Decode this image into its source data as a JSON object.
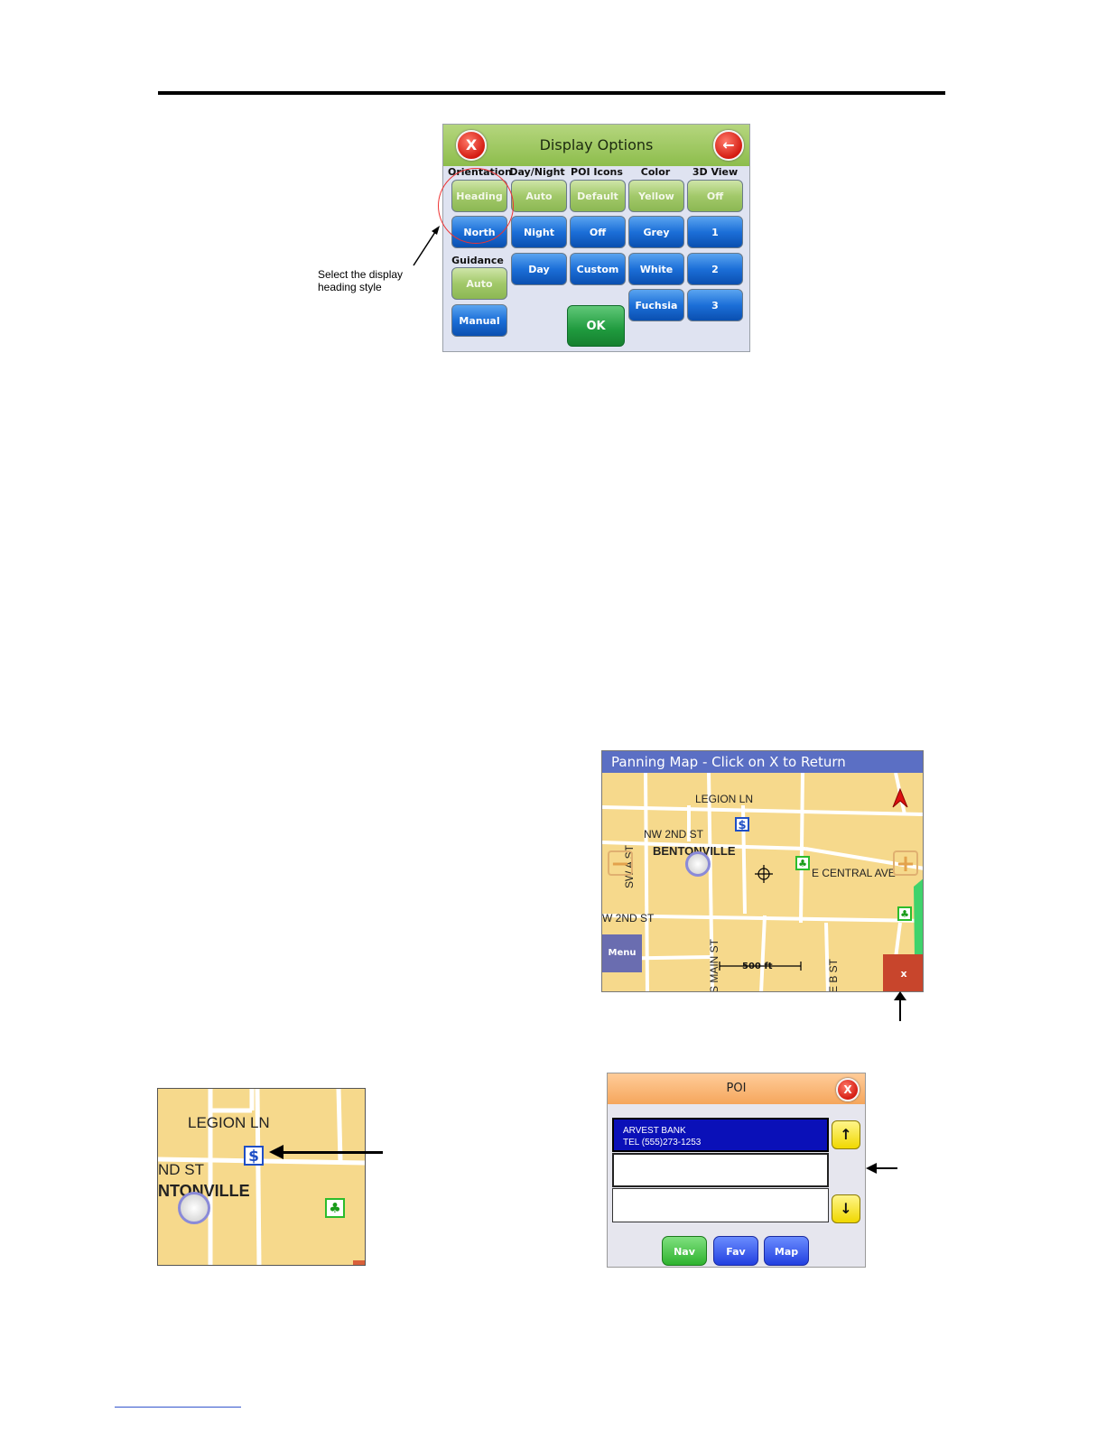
{
  "display_options": {
    "title": "Display Options",
    "close_symbol": "X",
    "back_symbol": "←",
    "columns": [
      {
        "header": "Orientation",
        "buttons": [
          "Heading",
          "North"
        ]
      },
      {
        "header": "Day/Night",
        "buttons": [
          "Auto",
          "Night",
          "Day"
        ]
      },
      {
        "header": "POI Icons",
        "buttons": [
          "Default",
          "Off",
          "Custom"
        ]
      },
      {
        "header": "Color",
        "buttons": [
          "Yellow",
          "Grey",
          "White",
          "Fuchsia"
        ]
      },
      {
        "header": "3D View",
        "buttons": [
          "Off",
          "1",
          "2",
          "3"
        ]
      }
    ],
    "guidance": {
      "header": "Guidance",
      "buttons": [
        "Auto",
        "Manual"
      ]
    },
    "ok_label": "OK"
  },
  "annotation": {
    "text": "Select the display heading style"
  },
  "panning_map": {
    "title": "Panning Map - Click on X to Return",
    "menu_label": "Menu",
    "close_label": "x",
    "zoom_out": "−",
    "zoom_in": "+",
    "scale": "500 ft",
    "labels": {
      "legion": "LEGION LN",
      "nw2nd": "NW 2ND ST",
      "bentonville": "BENTONVILLE",
      "central": "E CENTRAL AVE",
      "swa": "SW A ST",
      "w2nd": "W 2ND ST",
      "main": "S MAIN ST",
      "eb": "E B ST"
    },
    "dollar": "$",
    "tree": "♣"
  },
  "zoomed_map": {
    "labels": {
      "legion": "LEGION LN",
      "nd_st": "ND ST",
      "ntonville": "NTONVILLE"
    },
    "dollar": "$",
    "tree": "♣"
  },
  "poi": {
    "title": "POI",
    "close_symbol": "X",
    "entry_name": "ARVEST BANK",
    "entry_tel": "TEL (555)273-1253",
    "up_symbol": "↑",
    "down_symbol": "↓",
    "buttons": {
      "nav": "Nav",
      "fav": "Fav",
      "map": "Map"
    }
  }
}
